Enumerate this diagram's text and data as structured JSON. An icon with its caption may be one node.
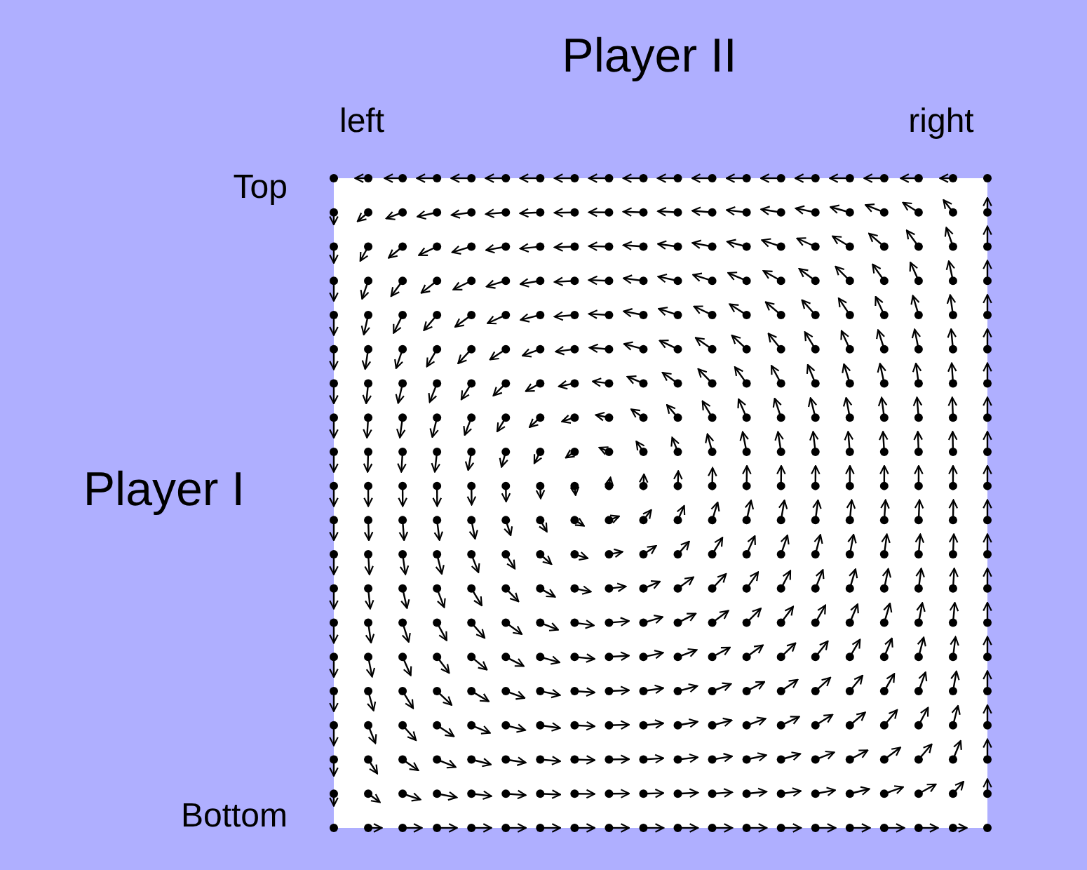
{
  "diagram": {
    "labels": [
      "Player II",
      "left",
      "right",
      "Top",
      "Player I",
      "Bottom"
    ]
  }
}
